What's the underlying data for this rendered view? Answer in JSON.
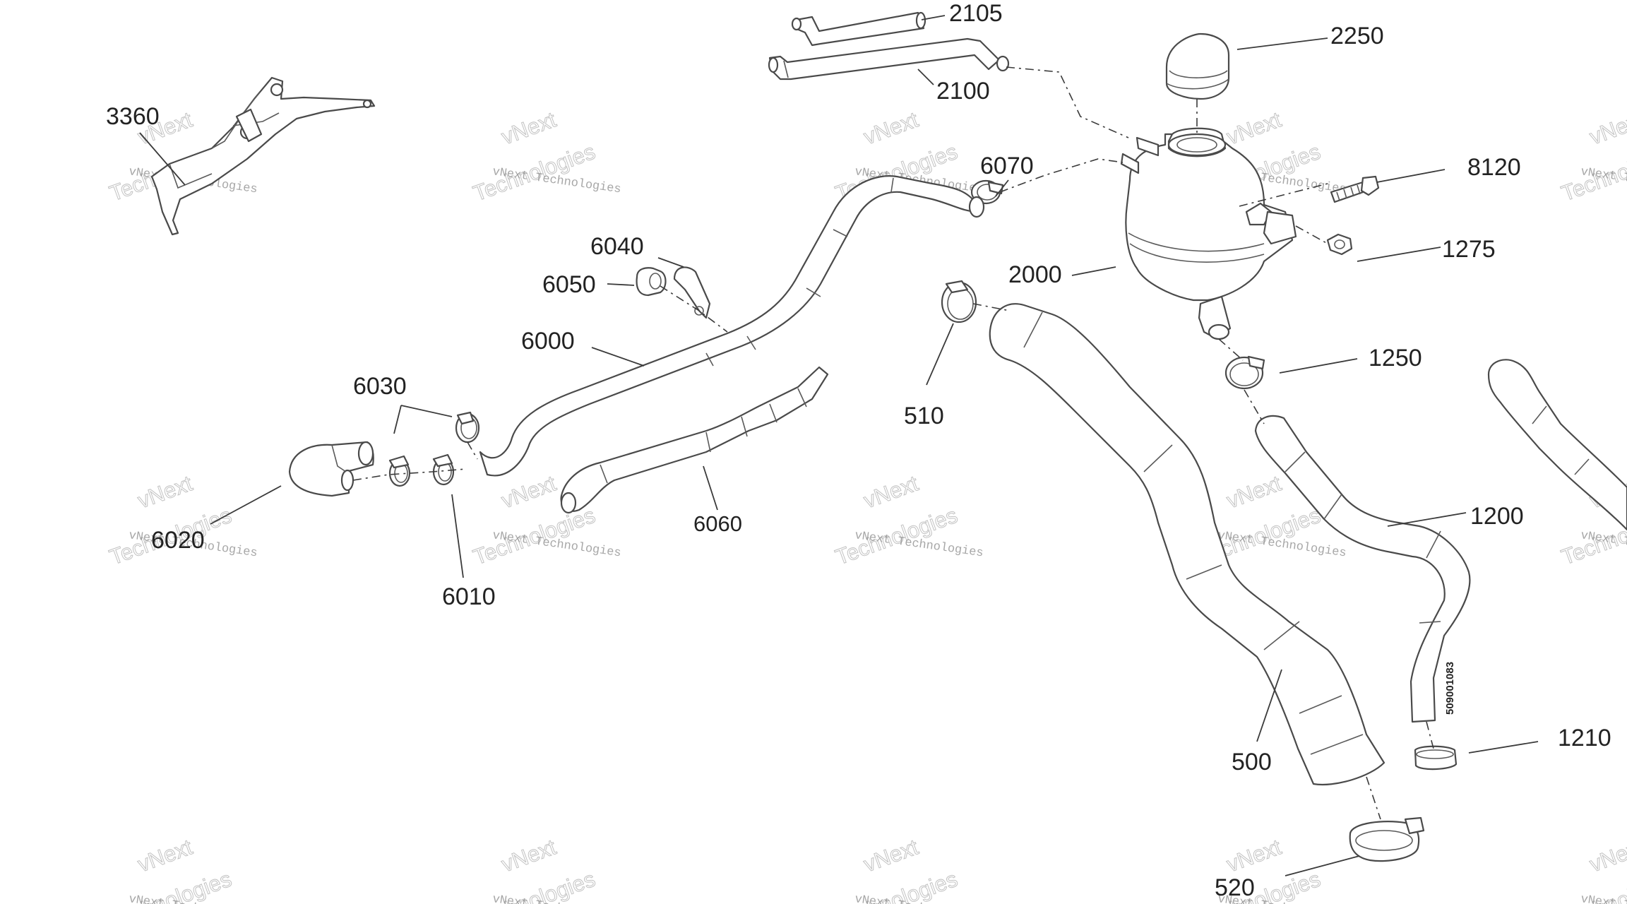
{
  "callouts": {
    "p2105": "2105",
    "p2250": "2250",
    "p2100": "2100",
    "p3360": "3360",
    "p6070": "6070",
    "p8120": "8120",
    "p6040": "6040",
    "p1275": "1275",
    "p2000": "2000",
    "p6050": "6050",
    "p6000": "6000",
    "p1250": "1250",
    "p6030": "6030",
    "p510": "510",
    "p1200": "1200",
    "p6060": "6060",
    "p6020": "6020",
    "p6010": "6010",
    "p1210": "1210",
    "p500": "500",
    "p520": "520"
  },
  "hose_stamp": "509001083",
  "watermark": {
    "line1": "vNext Technologies",
    "line2": "vNext",
    "line3": "Technologies"
  }
}
